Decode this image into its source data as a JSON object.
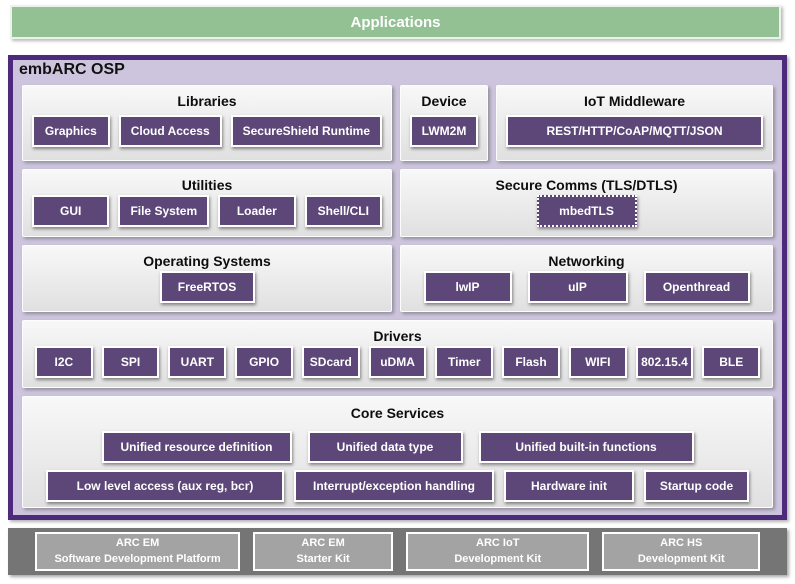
{
  "colors": {
    "applications_green": "#93c193",
    "osp_purple": "#4e2a7c",
    "osp_lavender": "#cdc5dd",
    "block_purple": "#5d4779",
    "boards_gray": "#757575",
    "kit_gray": "#a3a3a3"
  },
  "applications": {
    "label": "Applications"
  },
  "osp": {
    "title": "embARC OSP",
    "libraries": {
      "title": "Libraries",
      "items": [
        "Graphics",
        "Cloud Access",
        "SecureShield Runtime"
      ]
    },
    "device": {
      "title": "Device",
      "items": [
        "LWM2M"
      ]
    },
    "iot_middleware": {
      "title": "IoT Middleware",
      "items": [
        "REST/HTTP/CoAP/MQTT/JSON"
      ]
    },
    "utilities": {
      "title": "Utilities",
      "items": [
        "GUI",
        "File System",
        "Loader",
        "Shell/CLI"
      ]
    },
    "secure_comms": {
      "title": "Secure Comms (TLS/DTLS)",
      "items": [
        "mbedTLS"
      ]
    },
    "operating_systems": {
      "title": "Operating Systems",
      "items": [
        "FreeRTOS"
      ]
    },
    "networking": {
      "title": "Networking",
      "items": [
        "lwIP",
        "uIP",
        "Openthread"
      ]
    },
    "drivers": {
      "title": "Drivers",
      "items": [
        "I2C",
        "SPI",
        "UART",
        "GPIO",
        "SDcard",
        "uDMA",
        "Timer",
        "Flash",
        "WIFI",
        "802.15.4",
        "BLE"
      ]
    },
    "core_services": {
      "title": "Core Services",
      "row1": [
        "Unified resource definition",
        "Unified data type",
        "Unified built-in functions"
      ],
      "row2": [
        "Low level access (aux reg, bcr)",
        "Interrupt/exception handling",
        "Hardware init",
        "Startup code"
      ]
    }
  },
  "boards": [
    {
      "line1": "ARC EM",
      "line2": "Software Development Platform"
    },
    {
      "line1": "ARC EM",
      "line2": "Starter Kit"
    },
    {
      "line1": "ARC IoT",
      "line2": "Development Kit"
    },
    {
      "line1": "ARC HS",
      "line2": "Development Kit"
    }
  ]
}
